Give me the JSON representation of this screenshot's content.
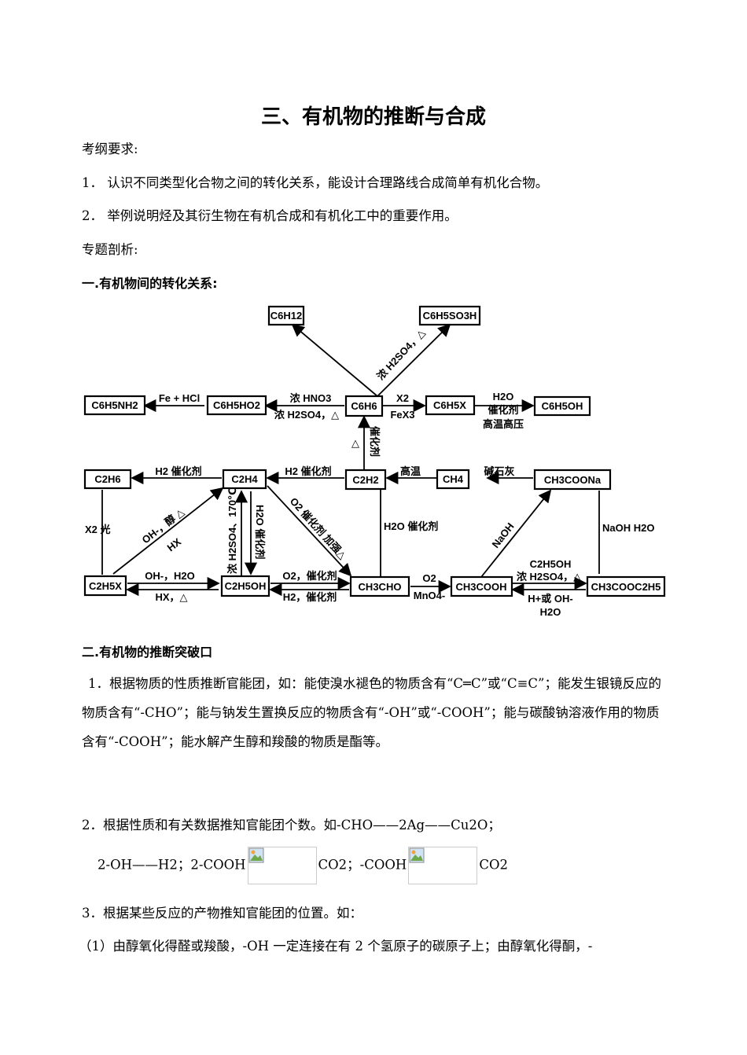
{
  "title": "三、有机物的推断与合成",
  "outline_label": "考纲要求:",
  "req1": "1． 认识不同类型化合物之间的转化关系，能设计合理路线合成简单有机化合物。",
  "req2": "2． 举例说明烃及其衍生物在有机合成和有机化工中的重要作用。",
  "analysis_label": "专题剖析:",
  "section1": "一.有机物间的转化关系:",
  "diagram": {
    "nodes": {
      "c6h12": "C6H12",
      "c6h5so3h": "C6H5SO3H",
      "c6h5nh2": "C6H5NH2",
      "c6h5no2": "C6H5HO2",
      "c6h6": "C6H6",
      "c6h5x": "C6H5X",
      "c6h5oh": "C6H5OH",
      "c2h6": "C2H6",
      "c2h4": "C2H4",
      "c2h2": "C2H2",
      "ch4": "CH4",
      "ch3coona": "CH3COONa",
      "c2h5x": "C2H5X",
      "c2h5oh": "C2H5OH",
      "ch3cho": "CH3CHO",
      "ch3cooh": "CH3COOH",
      "ch3cooc2h5": "CH3COOC2H5"
    },
    "labels": {
      "h2so4_top": "浓 H2SO4，△",
      "fe_hcl": "Fe + HCl",
      "hno3": "浓 HNO3",
      "h2so4_nitration": "浓 H2SO4，△",
      "x2": "X2",
      "fex3": "FeX3",
      "h2o": "H2O",
      "cat": "催化剂",
      "high_tp": "高温高压",
      "cat_vertical": "催化剂",
      "delta": "△",
      "h2cat_1": "H2 催化剂",
      "h2cat_2": "H2 催化剂",
      "high_temp": "高温",
      "soda_lime": "碱石灰",
      "x2_light": "X2 光",
      "oh_alc": "OH-，醇 △",
      "hx": "HX",
      "h2so4_170": "浓 H2SO4、170℃",
      "h2o_cat_left": "H2O 催化剂",
      "o2_cat_heat": "O2 催化剂 加强△",
      "h2o_cat_right": "H2O 催化剂",
      "naoh": "NaOH",
      "naoh_h2o": "NaOH H2O",
      "oh_h2o": "OH-，H2O",
      "hx_delta": "HX，△",
      "o2_cat": "O2，催化剂",
      "h2_cat": "H2，催化剂",
      "o2": "O2",
      "mno4": "MnO4-",
      "c2h5oh_lbl": "C2H5OH",
      "h2so4_lbl": "浓 H2SO4，△",
      "h_or_oh": "H+或 OH-",
      "h2o_bottom": "H2O"
    }
  },
  "section2": "二.有机物的推断突破口",
  "p1": "1．根据物质的性质推断官能团，如：能使溴水褪色的物质含有“C═C”或“C≡C”；能发生银镜反应的物质含有“-CHO”；能与钠发生置换反应的物质含有“-OH”或“-COOH”；能与碳酸钠溶液作用的物质含有“-COOH”；能水解产生醇和羧酸的物质是酯等。",
  "p2": "2．根据性质和有关数据推知官能团个数。如-CHO——2Ag——Cu2O；",
  "p2b_a": "2-OH——H2；2-COOH",
  "p2b_b": "CO2；-COOH",
  "p2b_c": "CO2",
  "p3": "3．根据某些反应的产物推知官能团的位置。如：",
  "p4": "（1）由醇氧化得醛或羧酸，-OH 一定连接在有 2 个氢原子的碳原子上；由醇氧化得酮，-",
  "image_icon": "broken-image-icon"
}
